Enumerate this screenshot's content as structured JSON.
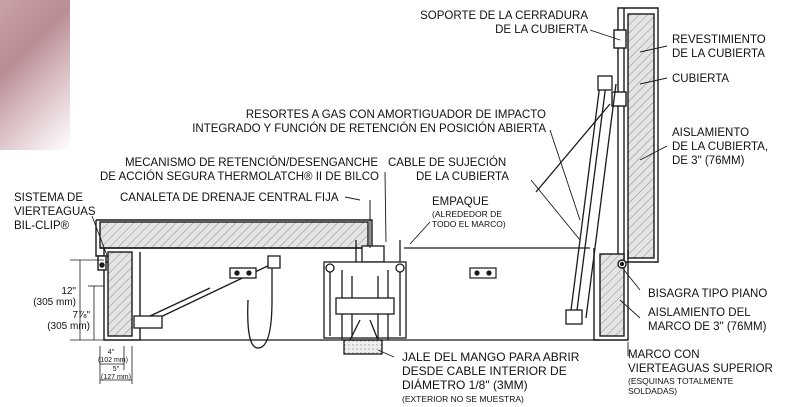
{
  "labels": {
    "soporte": [
      "SOPORTE DE LA CERRADURA",
      "DE LA CUBIERTA"
    ],
    "revestimiento": [
      "REVESTIMIENTO",
      "DE LA CUBIERTA"
    ],
    "cubierta": "CUBIERTA",
    "resortes": [
      "RESORTES A GAS CON AMORTIGUADOR DE IMPACTO",
      "INTEGRADO Y FUNCIÓN DE RETENCIÓN EN POSICIÓN ABIERTA"
    ],
    "aislamiento_cubierta": [
      "AISLAMIENTO",
      "DE LA CUBIERTA,",
      "DE 3\" (76mm)"
    ],
    "mecanismo": [
      "MECANISMO DE RETENCIÓN/DESENGANCHE",
      "DE ACCIÓN SEGURA THERMOLATCH® II DE BILCO"
    ],
    "cable": [
      "CABLE DE SUJECIÓN",
      "DE LA CUBIERTA"
    ],
    "sistema": [
      "SISTEMA DE",
      "VIERTEAGUAS",
      "BIL-CLIP®"
    ],
    "canaleta": "CANALETA DE DRENAJE CENTRAL FIJA",
    "empaque": "EMPAQUE",
    "empaque_sub": [
      "(ALREDEDOR DE",
      "TODO EL MARCO)"
    ],
    "bisagra": "BISAGRA TIPO PIANO",
    "aislamiento_marco": [
      "AISLAMIENTO DEL",
      "MARCO DE 3\" (76mm)"
    ],
    "jale": [
      "JALE DEL MANGO PARA ABRIR",
      "DESDE CABLE INTERIOR DE",
      "DIÁMETRO 1/8\" (3mm)"
    ],
    "jale_sub": "(EXTERIOR NO SE MUESTRA)",
    "marco": [
      "MARCO CON",
      "VIERTEAGUAS SUPERIOR"
    ],
    "marco_sub": [
      "(ESQUINAS TOTALMENTE",
      "SOLDADAS)"
    ]
  },
  "dimensions": {
    "d12": "12\"",
    "d12_mm": "(305 mm)",
    "d7": "7⅞\"",
    "d7_mm": "(305 mm)",
    "d4": "4\"",
    "d4_mm": "(102 mm)",
    "d5": "5\"",
    "d5_mm": "(127 mm)"
  },
  "colors": {
    "line": "#1a1a1a",
    "insulation": "#dcdcdc",
    "wall_bg": "#c4979d"
  }
}
